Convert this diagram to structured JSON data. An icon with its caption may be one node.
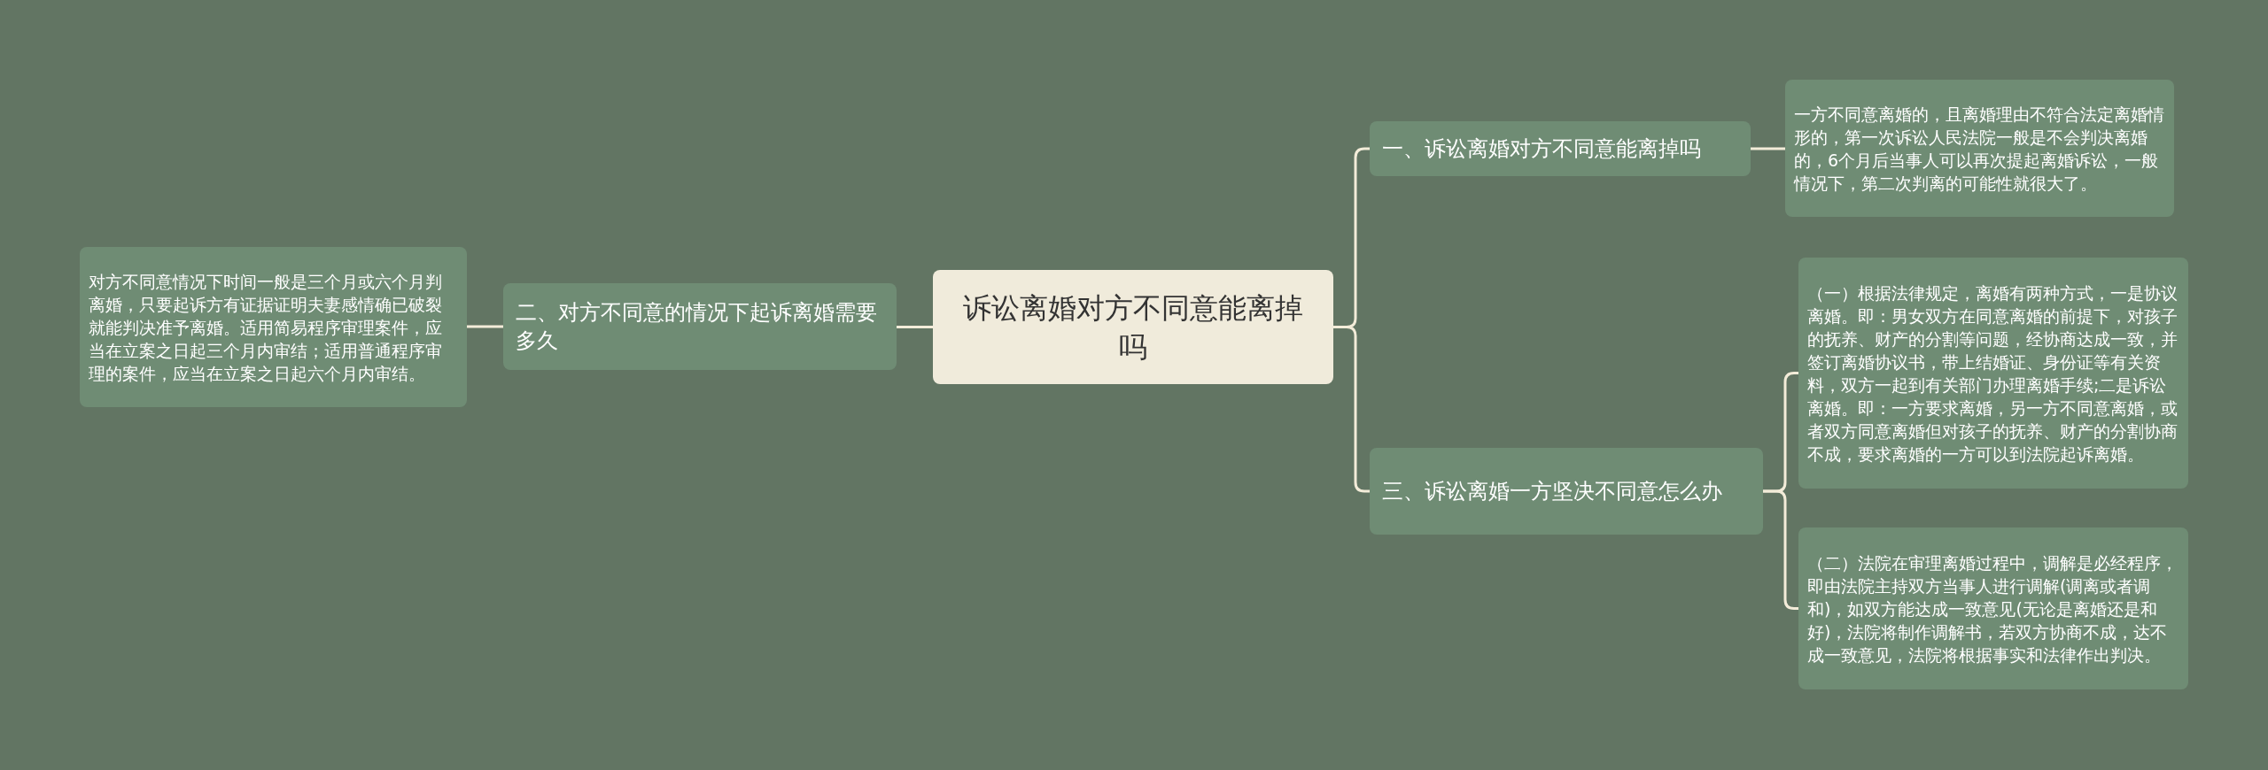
{
  "diagram": {
    "nodes": [
      {
        "text": [
          "诉讼离婚对方不同意能离掉吗"
        ]
      },
      {
        "text": [
          "一、诉讼离婚对方不同意能离掉吗"
        ]
      },
      {
        "text": [
          "一方不同意离婚的，且离婚理由不符合法定离婚情形的，第一次诉讼人民法院一般是不会判决离婚的，6个月后当事人可以再次提起离婚诉讼，一般情况下，第二次判离的可能性就很大了。"
        ]
      },
      {
        "text": [
          "三、诉讼离婚一方坚决不同意怎么办"
        ]
      },
      {
        "text": [
          "（一）根据法律规定，离婚有两种方式，一是协议离婚。即：男女双方在同意离婚的前提下，对孩子的抚养、财产的分割等问题，经协商达成一致，并签订离婚协议书，带上结婚证、身份证等有关资料，双方一起到有关部门办理离婚手续;二是诉讼离婚。即：一方要求离婚，另一方不同意离婚，或者双方同意离婚但对孩子的抚养、财产的分割协商不成，要求离婚的一方可以到法院起诉离婚。"
        ]
      },
      {
        "text": [
          "（二）法院在审理离婚过程中，调解是必经程序，即由法院主持双方当事人进行调解(调离或者调和)，如双方能达成一致意见(无论是离婚还是和好)，法院将制作调解书，若双方协商不成，达不成一致意见，法院将根据事实和法律作出判决。"
        ]
      },
      {
        "text": [
          "二、对方不同意的情况下起诉离婚需要多久"
        ]
      },
      {
        "text": [
          "对方不同意情况下时间一般是三个月或六个月判离婚，只要起诉方有证据证明夫妻感情确已破裂就能判决准予离婚。适用简易程序审理案件，应当在立案之日起三个月内审结；适用普通程序审理的案件，应当在立案之日起六个月内审结。"
        ]
      }
    ],
    "edges": [
      {
        "from": 0,
        "to": 1,
        "arrow": "none"
      },
      {
        "from": 1,
        "to": 2,
        "arrow": "none"
      },
      {
        "from": 0,
        "to": 3,
        "arrow": "none"
      },
      {
        "from": 3,
        "to": 4,
        "arrow": "none"
      },
      {
        "from": 3,
        "to": 5,
        "arrow": "none"
      },
      {
        "from": 0,
        "to": 6,
        "arrow": "none"
      },
      {
        "from": 6,
        "to": 7,
        "arrow": "none"
      }
    ]
  }
}
